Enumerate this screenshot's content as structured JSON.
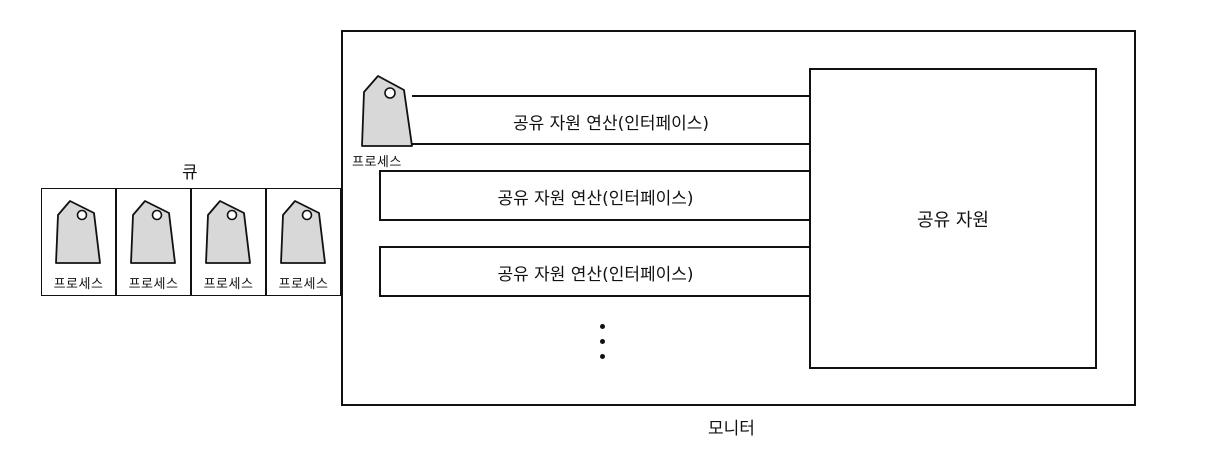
{
  "queue": {
    "title": "큐",
    "items": [
      {
        "label": "프로세스"
      },
      {
        "label": "프로세스"
      },
      {
        "label": "프로세스"
      },
      {
        "label": "프로세스"
      }
    ]
  },
  "monitor": {
    "label": "모니터",
    "active_process_label": "프로세스",
    "operations": [
      {
        "label": "공유 자원 연산(인터페이스)"
      },
      {
        "label": "공유 자원 연산(인터페이스)"
      },
      {
        "label": "공유 자원 연산(인터페이스)"
      }
    ],
    "ellipsis": "⋮",
    "shared_resource_label": "공유 자원"
  }
}
